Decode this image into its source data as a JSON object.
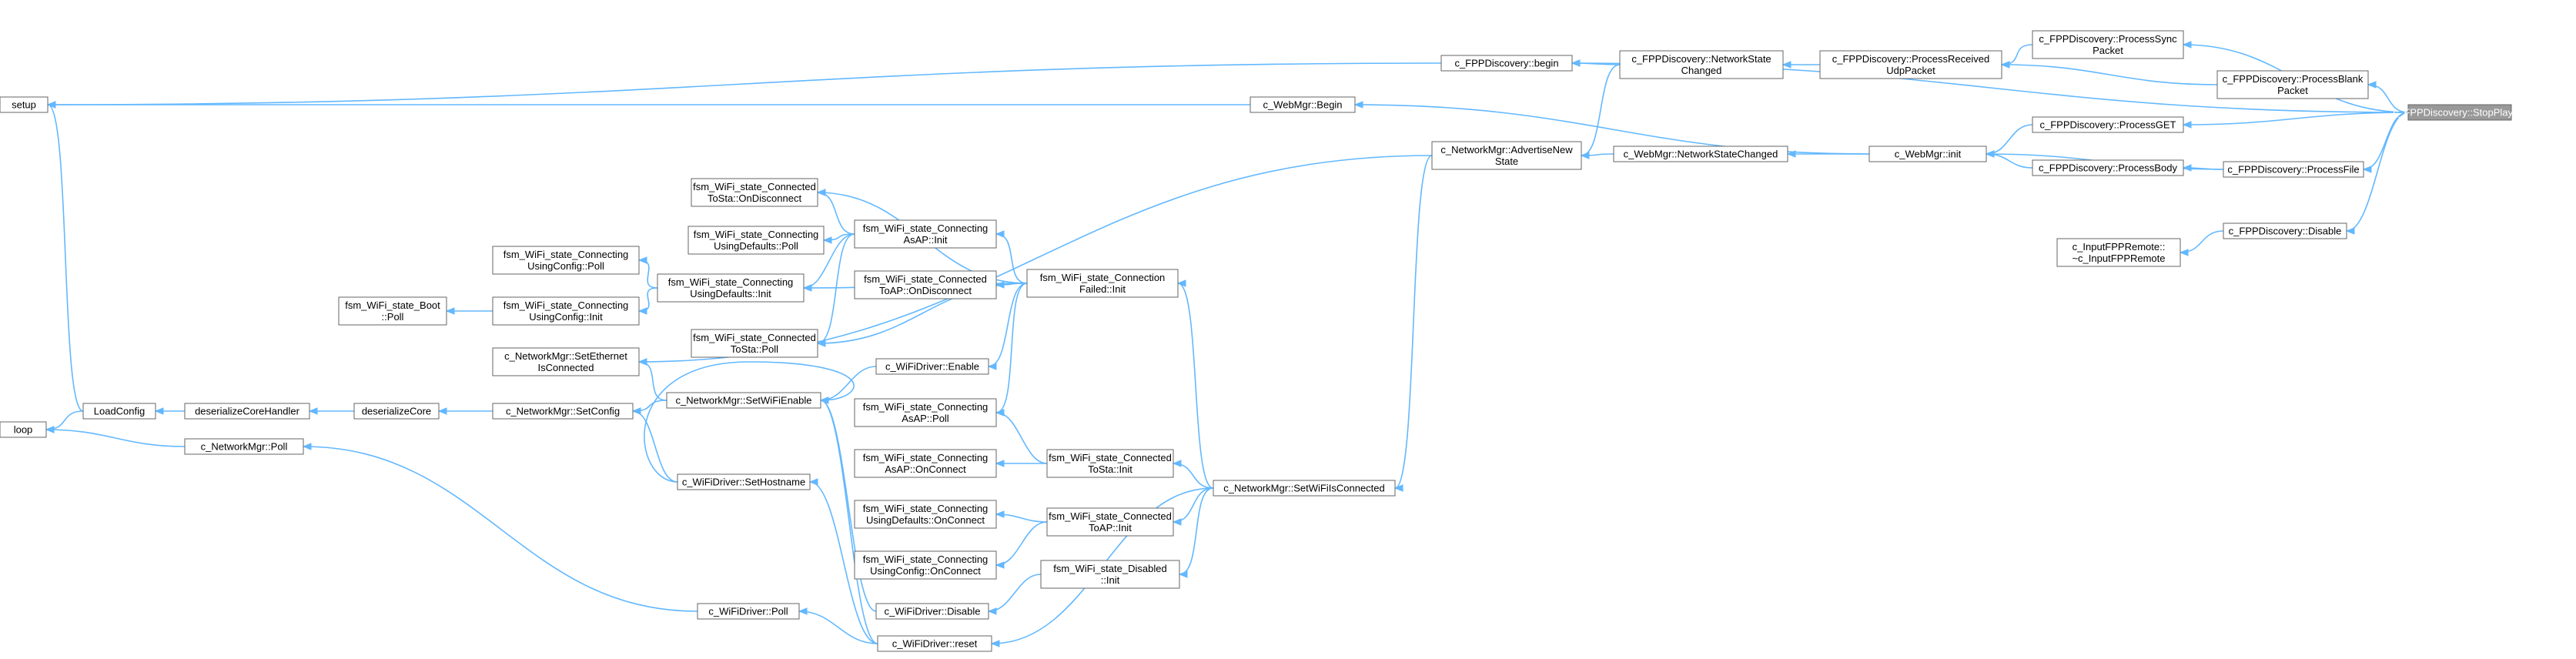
{
  "colors": {
    "edge": "#63b8ff",
    "node_border": "#666666",
    "root_fill": "#999999",
    "root_text": "#ffffff",
    "background": "#ffffff"
  },
  "nodes": [
    {
      "id": "stopplaying",
      "lines": [
        "c_FPPDiscovery::StopPlaying"
      ],
      "root": true
    },
    {
      "id": "processsync",
      "lines": [
        "c_FPPDiscovery::ProcessSync",
        "Packet"
      ]
    },
    {
      "id": "processblank",
      "lines": [
        "c_FPPDiscovery::ProcessBlank",
        "Packet"
      ]
    },
    {
      "id": "processget",
      "lines": [
        "c_FPPDiscovery::ProcessGET"
      ]
    },
    {
      "id": "processbody",
      "lines": [
        "c_FPPDiscovery::ProcessBody"
      ]
    },
    {
      "id": "processfile",
      "lines": [
        "c_FPPDiscovery::ProcessFile"
      ]
    },
    {
      "id": "disable_fpp",
      "lines": [
        "c_FPPDiscovery::Disable"
      ]
    },
    {
      "id": "inputfppremote",
      "lines": [
        "c_InputFPPRemote::",
        "~c_InputFPPRemote"
      ]
    },
    {
      "id": "processreceived",
      "lines": [
        "c_FPPDiscovery::ProcessReceived",
        "UdpPacket"
      ]
    },
    {
      "id": "webmgr_init",
      "lines": [
        "c_WebMgr::init"
      ]
    },
    {
      "id": "networkstatechanged_fpp",
      "lines": [
        "c_FPPDiscovery::NetworkState",
        "Changed"
      ]
    },
    {
      "id": "fpp_begin",
      "lines": [
        "c_FPPDiscovery::begin"
      ]
    },
    {
      "id": "webmgr_begin",
      "lines": [
        "c_WebMgr::Begin"
      ]
    },
    {
      "id": "webmgr_nsc",
      "lines": [
        "c_WebMgr::NetworkStateChanged"
      ]
    },
    {
      "id": "advertise",
      "lines": [
        "c_NetworkMgr::AdvertiseNew",
        "State"
      ]
    },
    {
      "id": "setwifi_connected",
      "lines": [
        "c_NetworkMgr::SetWiFiIsConnected"
      ]
    },
    {
      "id": "setup",
      "lines": [
        "setup"
      ]
    },
    {
      "id": "connfailed",
      "lines": [
        "fsm_WiFi_state_Connection",
        "Failed::Init"
      ]
    },
    {
      "id": "connected_tosta_init",
      "lines": [
        "fsm_WiFi_state_Connected",
        "ToSta::Init"
      ]
    },
    {
      "id": "connected_toap_init",
      "lines": [
        "fsm_WiFi_state_Connected",
        "ToAP::Init"
      ]
    },
    {
      "id": "disabled_init",
      "lines": [
        "fsm_WiFi_state_Disabled",
        "::Init"
      ]
    },
    {
      "id": "wifidriver_reset",
      "lines": [
        "c_WiFiDriver::reset"
      ]
    },
    {
      "id": "tosta_ondisconnect",
      "lines": [
        "fsm_WiFi_state_Connected",
        "ToSta::OnDisconnect"
      ]
    },
    {
      "id": "asap_init",
      "lines": [
        "fsm_WiFi_state_Connecting",
        "AsAP::Init"
      ]
    },
    {
      "id": "toap_ondisconnect",
      "lines": [
        "fsm_WiFi_state_Connected",
        "ToAP::OnDisconnect"
      ]
    },
    {
      "id": "tosta_poll",
      "lines": [
        "fsm_WiFi_state_Connected",
        "ToSta::Poll"
      ]
    },
    {
      "id": "wifidriver_enable",
      "lines": [
        "c_WiFiDriver::Enable"
      ]
    },
    {
      "id": "asap_poll",
      "lines": [
        "fsm_WiFi_state_Connecting",
        "AsAP::Poll"
      ]
    },
    {
      "id": "asap_onconnect",
      "lines": [
        "fsm_WiFi_state_Connecting",
        "AsAP::OnConnect"
      ]
    },
    {
      "id": "usingdefaults_onconnect",
      "lines": [
        "fsm_WiFi_state_Connecting",
        "UsingDefaults::OnConnect"
      ]
    },
    {
      "id": "usingconfig_onconnect",
      "lines": [
        "fsm_WiFi_state_Connecting",
        "UsingConfig::OnConnect"
      ]
    },
    {
      "id": "wifidriver_disable",
      "lines": [
        "c_WiFiDriver::Disable"
      ]
    },
    {
      "id": "usingdefaults_poll",
      "lines": [
        "fsm_WiFi_state_Connecting",
        "UsingDefaults::Poll"
      ]
    },
    {
      "id": "usingdefaults_init",
      "lines": [
        "fsm_WiFi_state_Connecting",
        "UsingDefaults::Init"
      ]
    },
    {
      "id": "setwifienable",
      "lines": [
        "c_NetworkMgr::SetWiFiEnable"
      ]
    },
    {
      "id": "sethostname",
      "lines": [
        "c_WiFiDriver::SetHostname"
      ]
    },
    {
      "id": "wifidriver_poll",
      "lines": [
        "c_WiFiDriver::Poll"
      ]
    },
    {
      "id": "usingconfig_poll",
      "lines": [
        "fsm_WiFi_state_Connecting",
        "UsingConfig::Poll"
      ]
    },
    {
      "id": "usingconfig_init",
      "lines": [
        "fsm_WiFi_state_Connecting",
        "UsingConfig::Init"
      ]
    },
    {
      "id": "setethernet",
      "lines": [
        "c_NetworkMgr::SetEthernet",
        "IsConnected"
      ]
    },
    {
      "id": "setconfig",
      "lines": [
        "c_NetworkMgr::SetConfig"
      ]
    },
    {
      "id": "boot_poll",
      "lines": [
        "fsm_WiFi_state_Boot",
        "::Poll"
      ]
    },
    {
      "id": "deserializecore",
      "lines": [
        "deserializeCore"
      ]
    },
    {
      "id": "deserializecorehandler",
      "lines": [
        "deserializeCoreHandler"
      ]
    },
    {
      "id": "loadconfig",
      "lines": [
        "LoadConfig"
      ]
    },
    {
      "id": "networkmgr_poll",
      "lines": [
        "c_NetworkMgr::Poll"
      ]
    },
    {
      "id": "loop",
      "lines": [
        "loop"
      ]
    }
  ]
}
